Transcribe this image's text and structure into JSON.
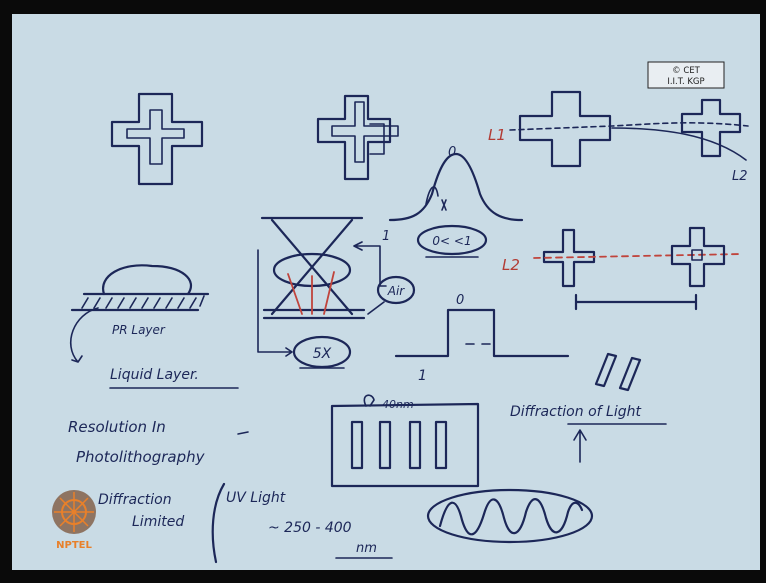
{
  "badge": {
    "line1": "© CET",
    "line2": "I.I.T. KGP"
  },
  "logo": {
    "text": "NPTEL"
  },
  "labels": {
    "pr_layer": "PR Layer",
    "liquid_layer": "Liquid Layer.",
    "air": "Air",
    "five_x": "5X",
    "zero_top_gauss": "0",
    "one_gauss": "1",
    "range": "0< <1",
    "zero_top_rect": "0",
    "one_rect": "1",
    "l1": "L1",
    "l2_right": "L2",
    "l2_left": "L2",
    "forty_nm": "40nm",
    "resolution_1": "Resolution In",
    "resolution_2": "Photolithography",
    "diffraction": "Diffraction",
    "limited": "Limited",
    "uv_light": "UV Light",
    "wavelength": "~ 250 - 400",
    "nm": "nm",
    "diffraction_of_light": "Diffraction of Light"
  }
}
